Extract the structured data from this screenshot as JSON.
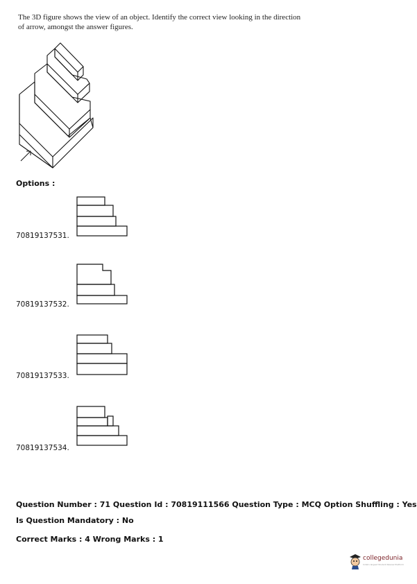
{
  "question": {
    "line1": "The 3D figure shows the view of an object.  Identify the correct view looking in the direction",
    "line2": "of arrow, amongst the answer figures."
  },
  "options_label": "Options :",
  "options": [
    {
      "id": "70819137531."
    },
    {
      "id": "70819137532."
    },
    {
      "id": "70819137533."
    },
    {
      "id": "70819137534."
    }
  ],
  "meta": {
    "line1": "Question Number : 71 Question Id : 70819111566 Question Type : MCQ Option Shuffling : Yes",
    "line2": "Is Question Mandatory : No",
    "line3": "Correct Marks : 4 Wrong Marks : 1"
  },
  "logo": {
    "name": "collegedunia",
    "tagline": "India's largest Student Review Platform"
  }
}
